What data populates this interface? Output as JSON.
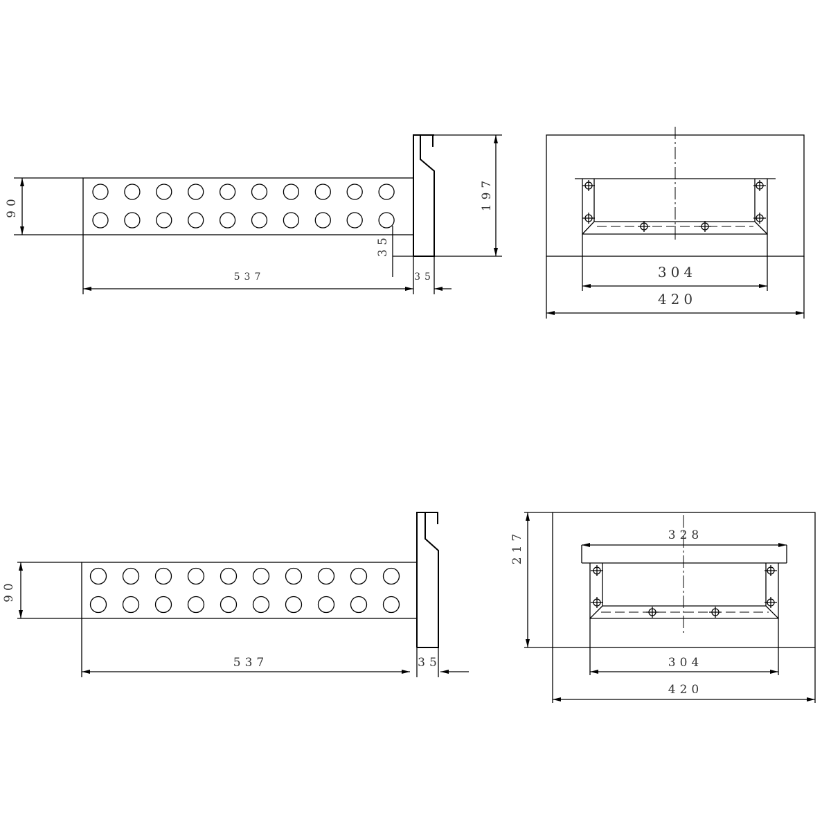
{
  "colors": {
    "line": "#000000",
    "text": "#333333",
    "background": "#ffffff"
  },
  "holes": {
    "columns": 10,
    "rows": 2
  },
  "top_side_view": {
    "height_dim": "90",
    "length_dim": "537",
    "bracket_width_dim": "35",
    "bracket_offset_dim": "35",
    "bracket_height_dim": "197"
  },
  "top_front_view": {
    "inner_width_dim": "304",
    "outer_width_dim": "420"
  },
  "bottom_side_view": {
    "height_dim": "90",
    "length_dim": "537",
    "bracket_width_dim": "35"
  },
  "bottom_front_view": {
    "height_dim": "217",
    "top_width_dim": "328",
    "inner_width_dim": "304",
    "outer_width_dim": "420"
  }
}
